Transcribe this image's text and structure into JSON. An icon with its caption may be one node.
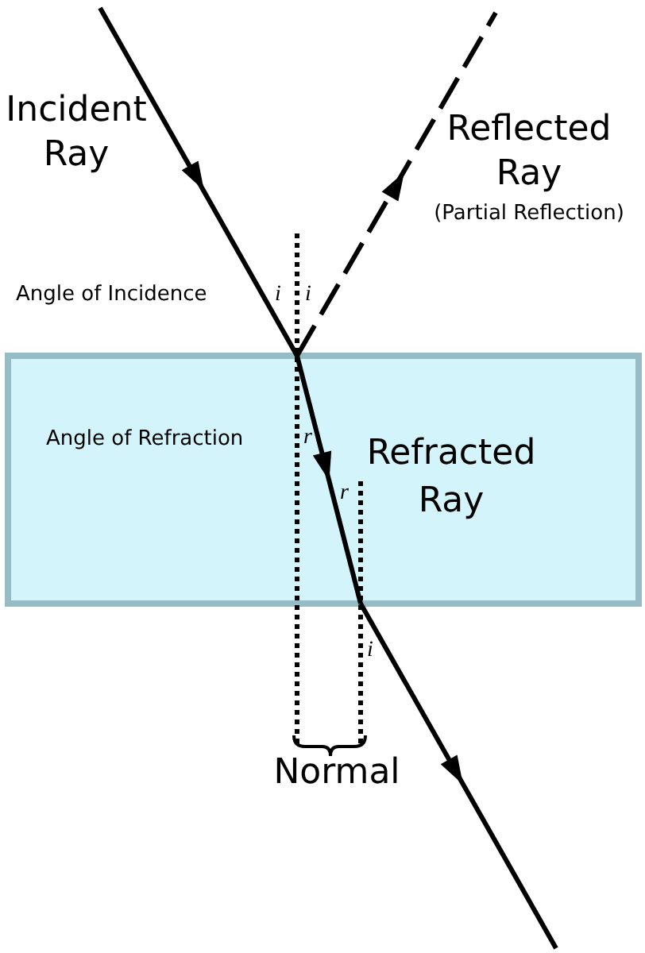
{
  "diagram": {
    "labels": [
      "Incident Ray",
      "Reflected Ray",
      "(Partial Reflection)",
      "Angle of Incidence",
      "i",
      "i",
      "Angle of Refraction",
      "r",
      "Refracted Ray",
      "r",
      "i",
      "Normal"
    ]
  }
}
